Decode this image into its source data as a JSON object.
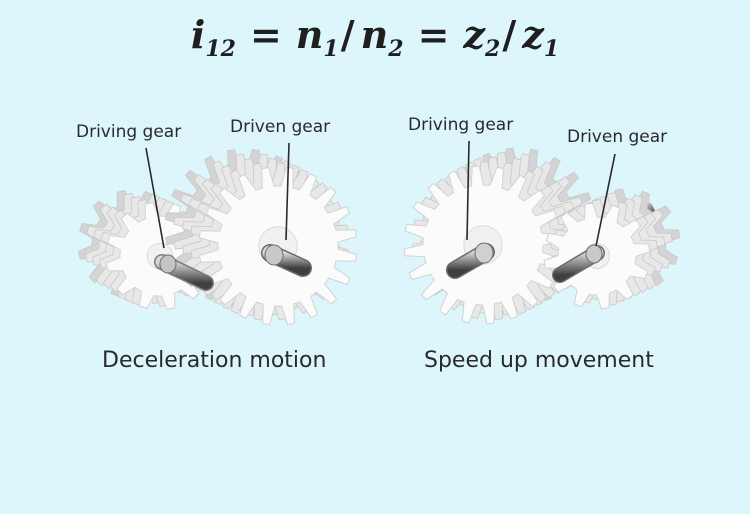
{
  "formula": {
    "lhs": "i",
    "lhs_sub": "12",
    "eq1": "=",
    "a": "n",
    "a_sub": "1",
    "slash1": "/",
    "b": "n",
    "b_sub": "2",
    "eq2": "=",
    "c": "z",
    "c_sub": "2",
    "slash2": "/",
    "d": "z",
    "d_sub": "1"
  },
  "left": {
    "driving_label": "Driving gear",
    "driven_label": "Driven gear",
    "caption": "Deceleration motion"
  },
  "right": {
    "driving_label": "Driving gear",
    "driven_label": "Driven gear",
    "caption": "Speed up movement"
  },
  "colors": {
    "background": "#ddf6fb",
    "gear_face": "#fafafa",
    "gear_side": "#e6e6e6",
    "shaft": "#8d8d8d",
    "leader_line": "#2a2a2a"
  }
}
